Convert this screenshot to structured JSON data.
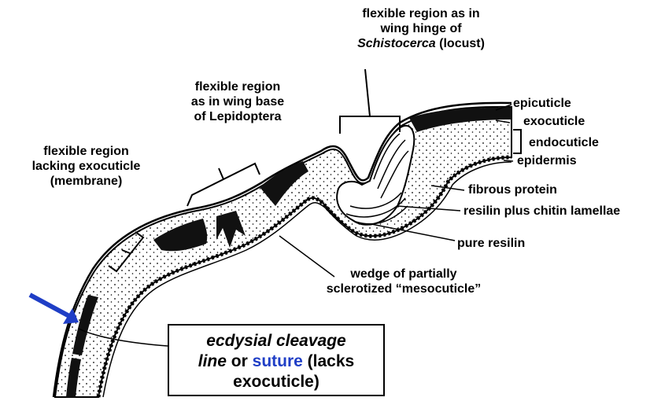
{
  "labels": {
    "membrane": [
      "flexible region",
      "lacking exocuticle",
      "(membrane)"
    ],
    "lepidoptera": [
      "flexible region",
      "as in wing base",
      "of Lepidoptera"
    ],
    "locust": {
      "line1": "flexible region as in",
      "line2": "wing hinge of",
      "genus": "Schistocerca",
      "common": "(locust)"
    },
    "epicuticle": "epicuticle",
    "exocuticle": "exocuticle",
    "endocuticle": "endocuticle",
    "epidermis": "epidermis",
    "fibrous_protein": "fibrous protein",
    "resilin_chitin": "resilin plus chitin lamellae",
    "pure_resilin": "pure resilin",
    "wedge": [
      "wedge of partially",
      "sclerotized “mesocuticle”"
    ]
  },
  "callout": {
    "part1": "ecdysial cleavage",
    "part2": "line",
    "part3": "or",
    "part4": "suture",
    "part5": "(lacks",
    "part6": "exocuticle)"
  },
  "colors": {
    "arrow": "#1f3ec6",
    "suture_text": "#1f3ec6",
    "ink": "#000000"
  }
}
